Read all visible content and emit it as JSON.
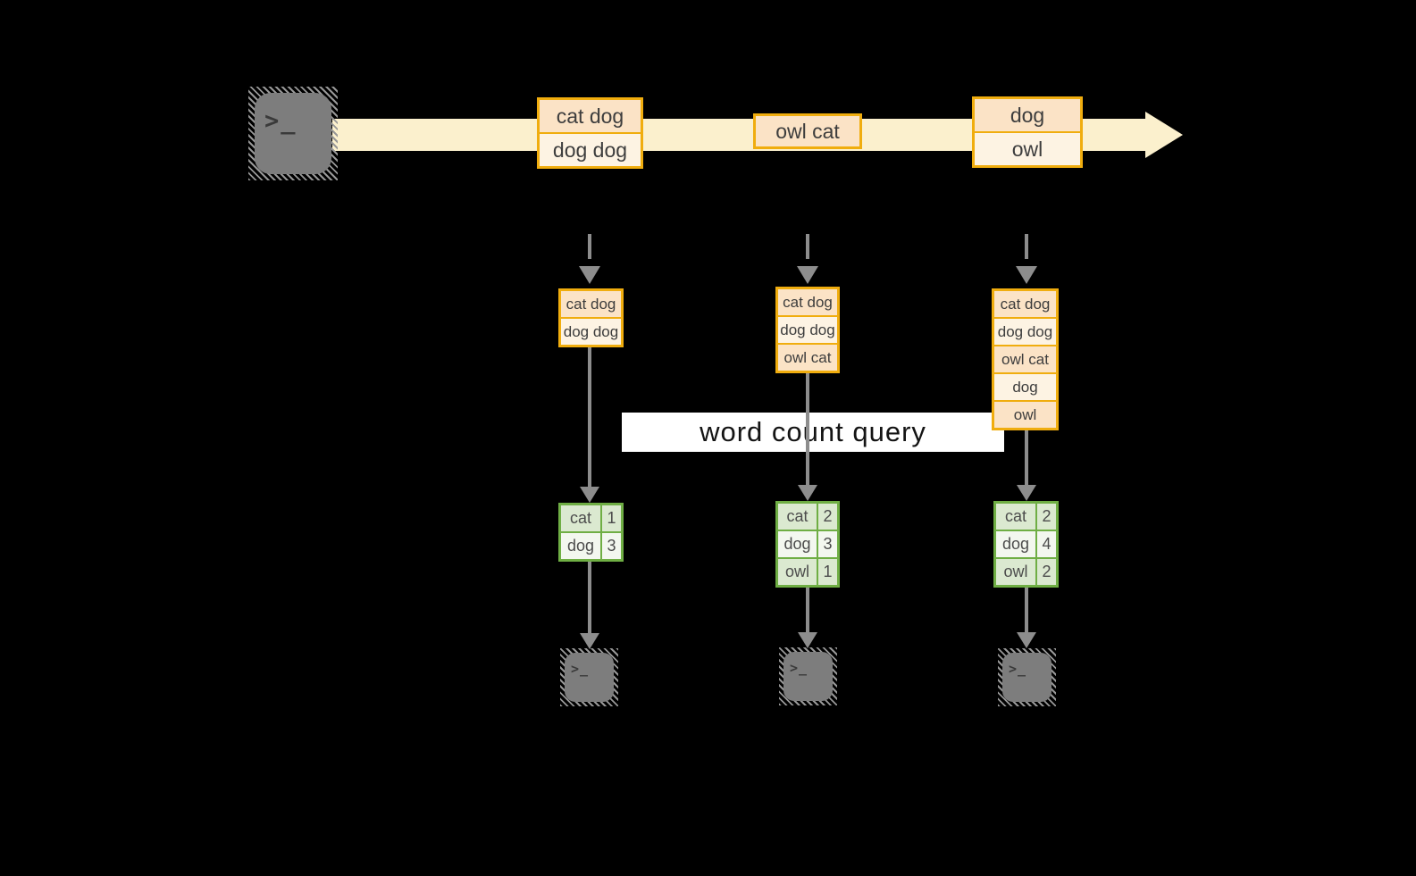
{
  "diagram": {
    "query_label": "word count query",
    "terminal_prompt": ">_",
    "timeline_events": [
      {
        "rows": [
          "cat dog",
          "dog dog"
        ]
      },
      {
        "rows": [
          "owl cat"
        ]
      },
      {
        "rows": [
          "dog",
          "owl"
        ]
      }
    ],
    "buffers": [
      {
        "rows": [
          "cat dog",
          "dog dog"
        ]
      },
      {
        "rows": [
          "cat dog",
          "dog dog",
          "owl cat"
        ]
      },
      {
        "rows": [
          "cat dog",
          "dog dog",
          "owl cat",
          "dog",
          "owl"
        ]
      }
    ],
    "count_tables": [
      {
        "rows": [
          {
            "word": "cat",
            "count": "1"
          },
          {
            "word": "dog",
            "count": "3"
          }
        ]
      },
      {
        "rows": [
          {
            "word": "cat",
            "count": "2"
          },
          {
            "word": "dog",
            "count": "3"
          },
          {
            "word": "owl",
            "count": "1"
          }
        ]
      },
      {
        "rows": [
          {
            "word": "cat",
            "count": "2"
          },
          {
            "word": "dog",
            "count": "4"
          },
          {
            "word": "owl",
            "count": "2"
          }
        ]
      }
    ],
    "colors": {
      "background": "#000000",
      "stream_band": "#fbf0cd",
      "box_border": "#f0ad0e",
      "row_peach": "#fbe3c6",
      "row_cream": "#fdf3e3",
      "table_border": "#6fae44",
      "cell_green": "#dbe9d0",
      "cell_white": "#f3f7ef",
      "arrow_gray": "#8d8d8d",
      "terminal_gray": "#7d7d7d"
    }
  }
}
